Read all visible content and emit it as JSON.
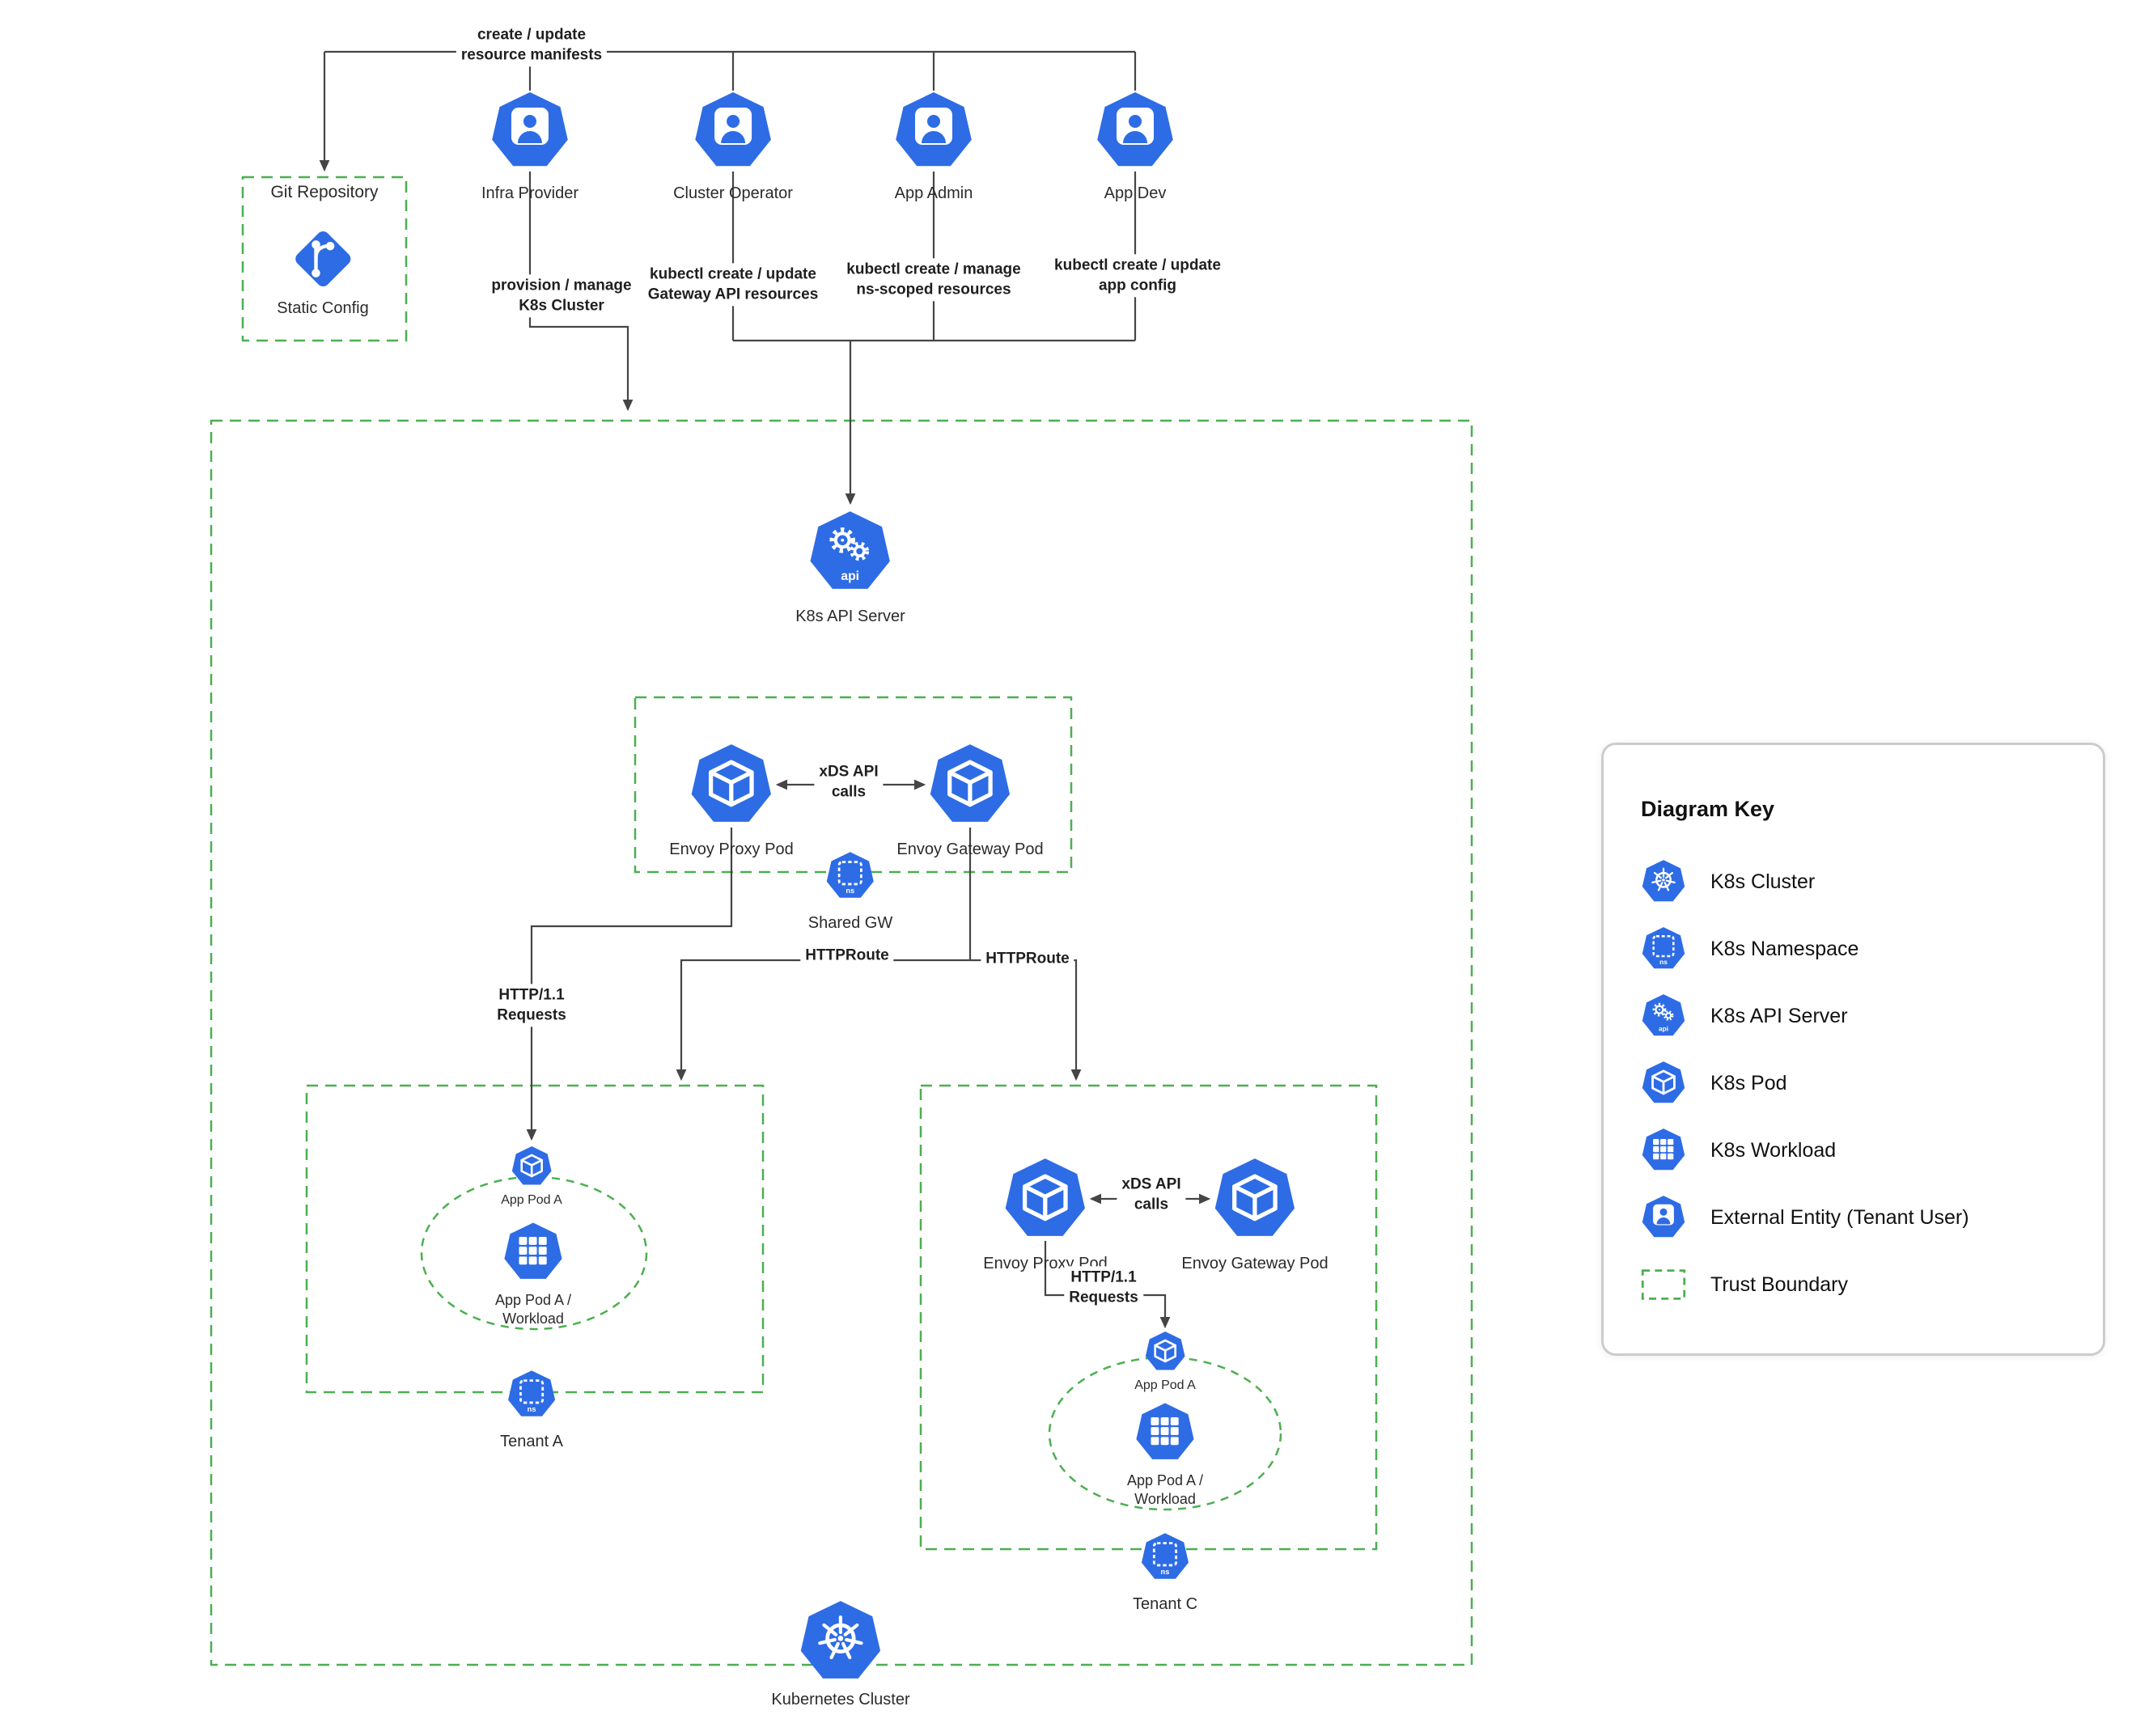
{
  "colors": {
    "k8s_blue": "#2e6ce5",
    "boundary_green": "#4caf50",
    "line": "#454545"
  },
  "personas": [
    {
      "label": "Infra Provider"
    },
    {
      "label": "Cluster Operator"
    },
    {
      "label": "App Admin"
    },
    {
      "label": "App Dev"
    }
  ],
  "git_repository": {
    "title": "Git Repository",
    "node_label": "Static Config"
  },
  "edges": {
    "create_update_manifests": "create / update\nresource manifests",
    "provision_manage": "provision / manage\nK8s Cluster",
    "kubectl_gateway": "kubectl create / update\nGateway API resources",
    "kubectl_ns": "kubectl create / manage\nns-scoped resources",
    "kubectl_app": "kubectl create / update\napp config",
    "xds_shared": "xDS API\ncalls",
    "xds_tenant_c": "xDS  API\ncalls",
    "httproute_left": "HTTPRoute",
    "httproute_right": "HTTPRoute",
    "http11_left": "HTTP/1.1\nRequests",
    "http11_tenant_c": "HTTP/1.1\nRequests"
  },
  "nodes": {
    "api_server": "K8s API Server",
    "shared_gw": {
      "proxy": "Envoy Proxy Pod",
      "gateway": "Envoy Gateway Pod",
      "ns": "Shared GW"
    },
    "tenant_a": {
      "app_pod": "App Pod A",
      "workload": "App Pod A /\nWorkload",
      "ns": "Tenant A"
    },
    "tenant_c": {
      "proxy": "Envoy Proxy Pod",
      "gateway": "Envoy Gateway Pod",
      "app_pod": "App Pod A",
      "workload": "App Pod A /\nWorkload",
      "ns": "Tenant C"
    },
    "cluster": "Kubernetes Cluster"
  },
  "icon_text": {
    "ns": "ns",
    "api": "api"
  },
  "key": {
    "title": "Diagram Key",
    "items": [
      {
        "icon": "cluster-icon",
        "label": "K8s Cluster"
      },
      {
        "icon": "namespace-icon",
        "label": "K8s Namespace"
      },
      {
        "icon": "api-server-icon",
        "label": "K8s API Server"
      },
      {
        "icon": "pod-icon",
        "label": "K8s Pod"
      },
      {
        "icon": "workload-icon",
        "label": "K8s Workload"
      },
      {
        "icon": "external-entity-icon",
        "label": "External Entity (Tenant User)"
      },
      {
        "icon": "trust-boundary-icon",
        "label": "Trust Boundary"
      }
    ]
  }
}
